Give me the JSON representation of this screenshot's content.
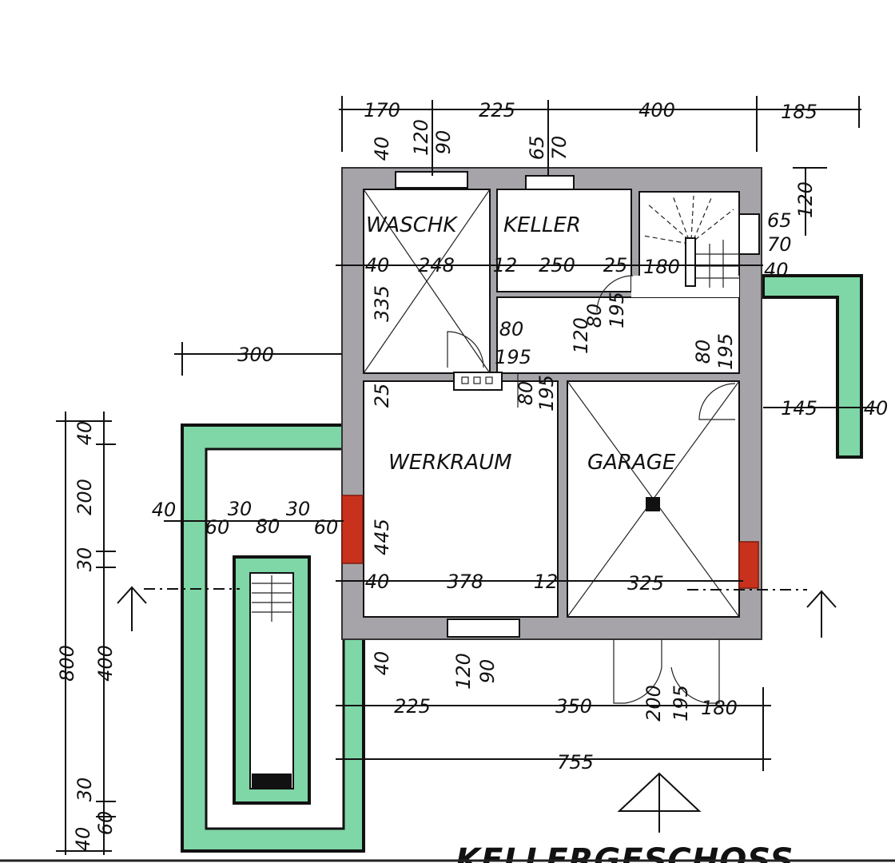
{
  "title": "KELLERGESCHOSS",
  "rooms": {
    "waschk": "WASCHK",
    "keller": "KELLER",
    "werkraum": "WERKRAUM",
    "garage": "GARAGE"
  },
  "dims": {
    "top": [
      "170",
      "225",
      "400",
      "185"
    ],
    "top_windows": [
      "40",
      "120",
      "90",
      "65",
      "70"
    ],
    "right_top": [
      "120",
      "65",
      "70",
      "40"
    ],
    "row_upper": [
      "40",
      "248",
      "12",
      "250",
      "25",
      "180"
    ],
    "door_waschk": [
      "80",
      "195"
    ],
    "hall": [
      "120",
      "80",
      "195",
      "80",
      "195"
    ],
    "door_werkraum": [
      "80",
      "195"
    ],
    "left_300": "300",
    "right_145": [
      "145",
      "40"
    ],
    "vertical_left": [
      "335",
      "25",
      "445",
      "40"
    ],
    "lightwell": [
      "40",
      "60",
      "30",
      "80",
      "30",
      "60"
    ],
    "row_lower": [
      "40",
      "378",
      "12",
      "325"
    ],
    "bottom_window": [
      "120",
      "90"
    ],
    "bottom": [
      "225",
      "350",
      "200",
      "195",
      "180"
    ],
    "total_width": "755",
    "left_column": [
      "40",
      "200",
      "30",
      "400",
      "800",
      "30",
      "60",
      "40"
    ]
  },
  "colors": {
    "wall": "#a6a4a8",
    "green": "#7fd6a6",
    "chimney": "#c8321c"
  }
}
